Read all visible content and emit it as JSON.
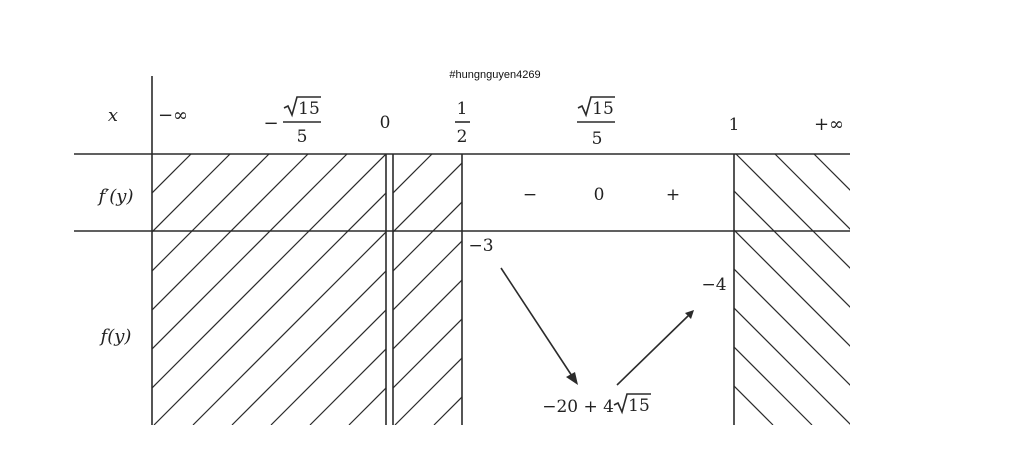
{
  "watermark": "#hungnguyen4269",
  "rows": {
    "x_label": "x",
    "fprime_label": "f′(y)",
    "f_label": "f(y)"
  },
  "x_values": {
    "neg_inf": "−∞",
    "neg_sqrt15_over_5": {
      "sign": "−",
      "radicand": "15",
      "den": "5"
    },
    "zero": "0",
    "half": {
      "num": "1",
      "den": "2"
    },
    "sqrt15_over_5": {
      "radicand": "15",
      "den": "5"
    },
    "one": "1",
    "pos_inf": "+∞"
  },
  "derivative": {
    "minus": "−",
    "zero": "0",
    "plus": "+"
  },
  "function_values": {
    "left_end": "−3",
    "minimum": {
      "prefix": "−20 + 4",
      "radicand": "15"
    },
    "right_end": "−4"
  },
  "colors": {
    "ink": "#2b2b2b",
    "background": "#ffffff"
  }
}
